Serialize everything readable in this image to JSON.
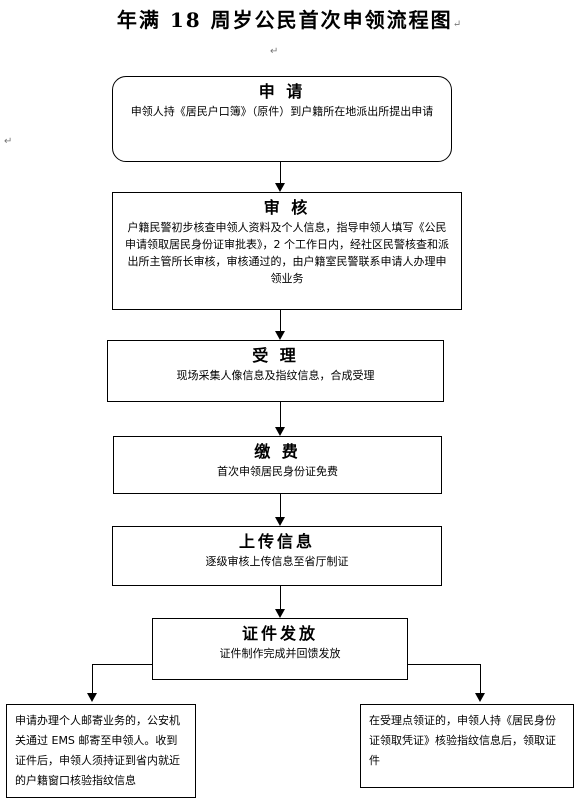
{
  "title": "年满 18 周岁公民首次申领流程图",
  "para_mark": "↵",
  "steps": [
    {
      "heading": "申 请",
      "body": "申领人持《居民户口簿》（原件）到户籍所在地派出所提出申请"
    },
    {
      "heading": "审 核",
      "body": "户籍民警初步核查申领人资料及个人信息，指导申领人填写《公民申请领取居民身份证审批表》，2 个工作日内，经社区民警核查和派出所主管所长审核，审核通过的，由户籍室民警联系申请人办理申领业务"
    },
    {
      "heading": "受 理",
      "body": "现场采集人像信息及指纹信息，合成受理"
    },
    {
      "heading": "缴 费",
      "body": "首次申领居民身份证免费"
    },
    {
      "heading": "上传信息",
      "body": "逐级审核上传信息至省厅制证"
    },
    {
      "heading": "证件发放",
      "body": "证件制作完成并回馈发放"
    }
  ],
  "branches": {
    "left": "申请办理个人邮寄业务的，公安机关通过 EMS 邮寄至申领人。收到证件后，申领人须持证到省内就近的户籍窗口核验指纹信息",
    "right": "在受理点领证的，申领人持《居民身份证领取凭证》核验指纹信息后，领取证件"
  }
}
